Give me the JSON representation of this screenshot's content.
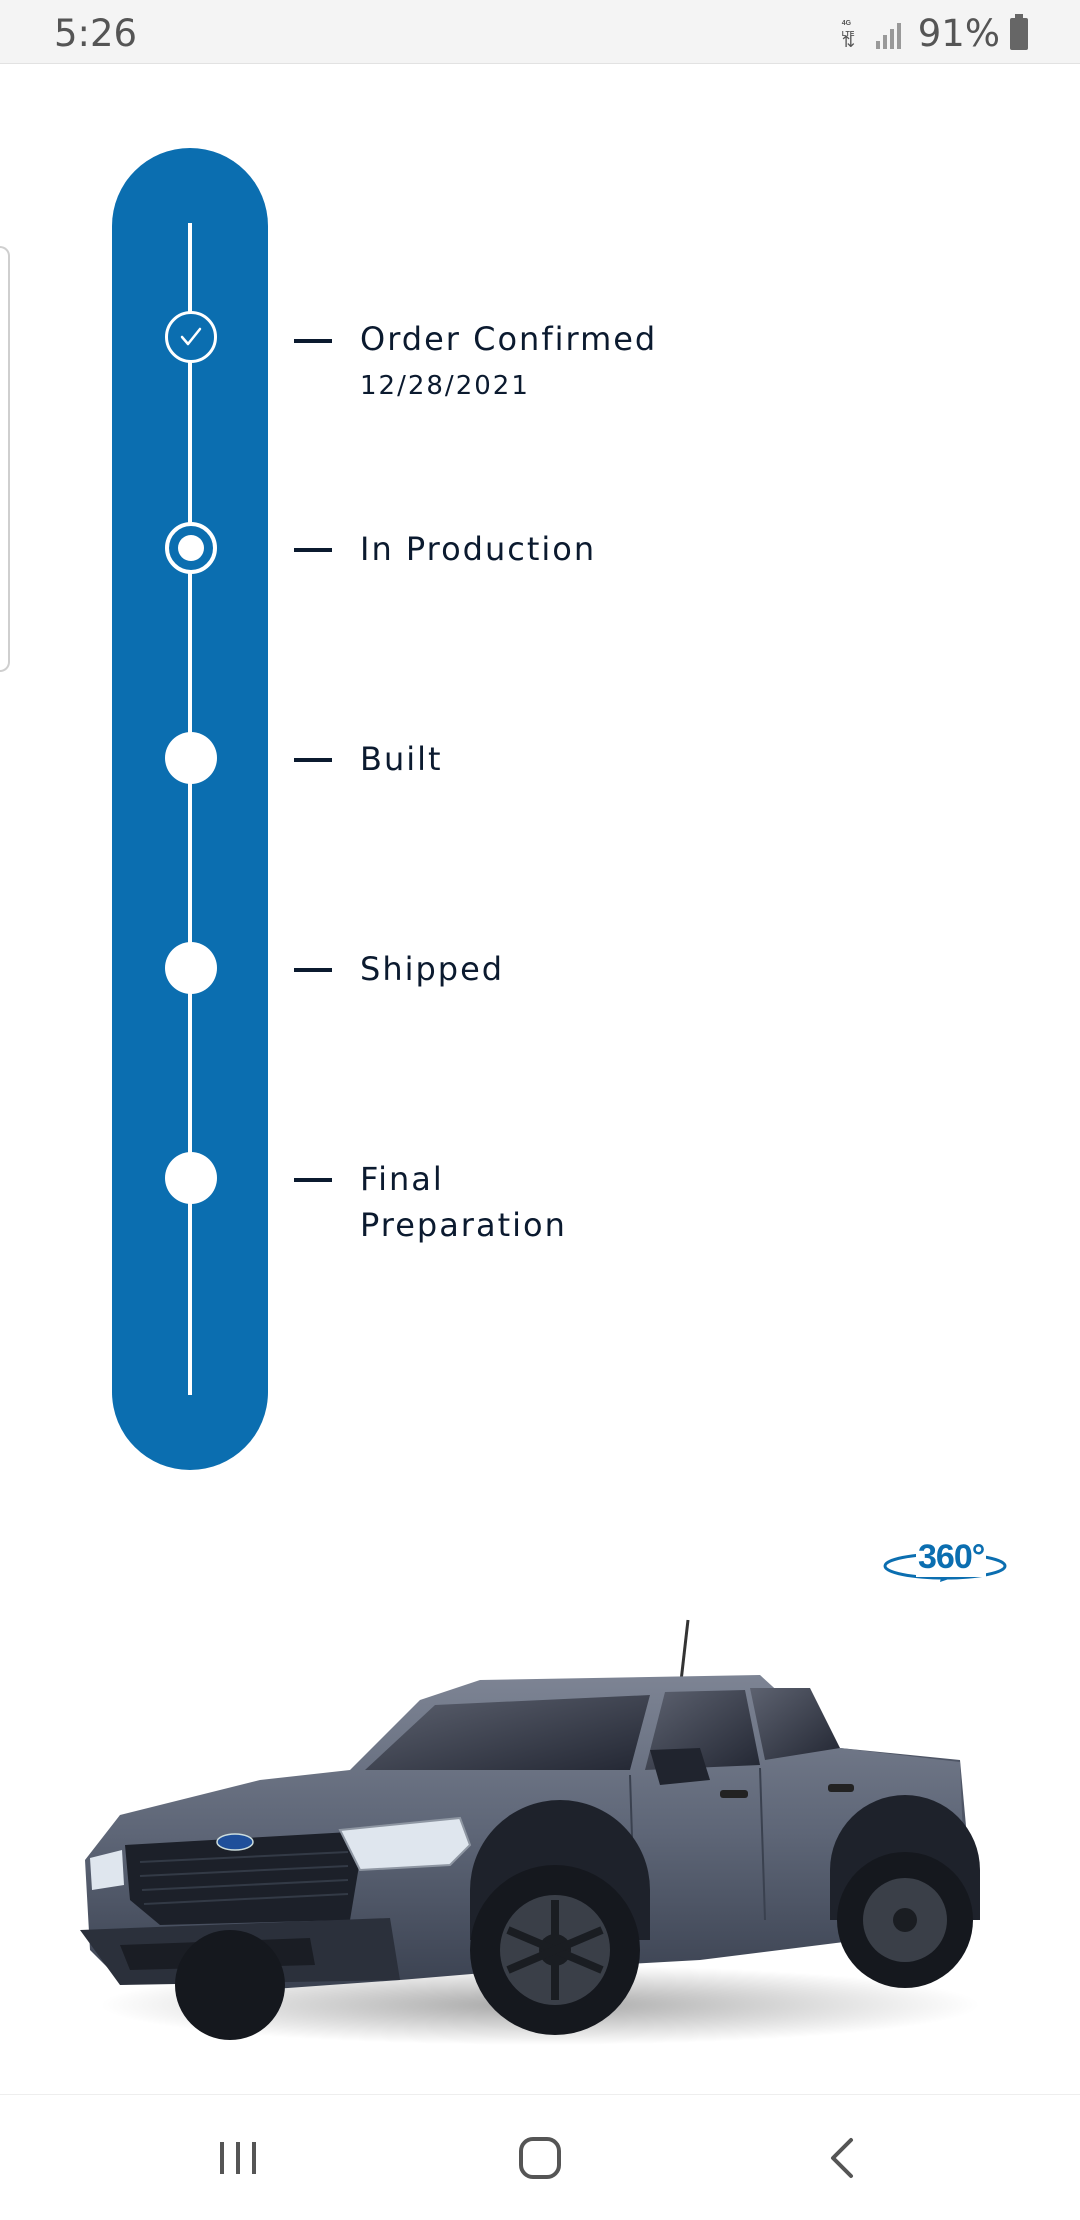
{
  "status_bar": {
    "time": "5:26",
    "network": "4G LTE",
    "battery": "91%"
  },
  "tracker": {
    "accent_color": "#0b6eb0",
    "steps": [
      {
        "label": "Order Confirmed",
        "date": "12/28/2021",
        "state": "completed"
      },
      {
        "label": "In Production",
        "state": "current"
      },
      {
        "label": "Built",
        "state": "pending"
      },
      {
        "label": "Shipped",
        "state": "pending"
      },
      {
        "label": "Final",
        "label_line2": "Preparation",
        "state": "pending"
      }
    ]
  },
  "viewer": {
    "badge": "360°"
  },
  "nav": {
    "recents_icon": "recents-icon",
    "home_icon": "home-icon",
    "back_icon": "back-icon"
  }
}
